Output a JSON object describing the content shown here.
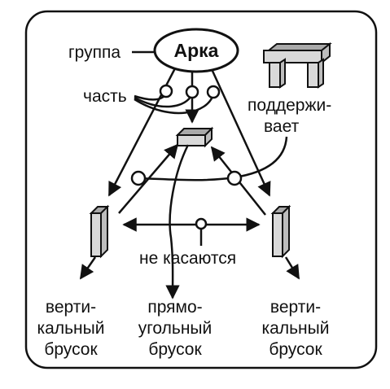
{
  "diagram": {
    "title_node": "Арка",
    "labels": {
      "group": "группа",
      "part": "часть",
      "supports_line1": "поддержи-",
      "supports_line2": "вает",
      "not_touching": "не касаются"
    },
    "bottom_labels": {
      "left": [
        "верти-",
        "кальный",
        "брусок"
      ],
      "middle": [
        "прямо-",
        "угольный",
        "брусок"
      ],
      "right": [
        "верти-",
        "кальный",
        "брусок"
      ]
    },
    "colors": {
      "stroke": "#111111",
      "block_face": "#d9d9d9",
      "block_top": "#a9a9a9",
      "block_side": "#bdbdbd",
      "background": "#ffffff"
    }
  }
}
